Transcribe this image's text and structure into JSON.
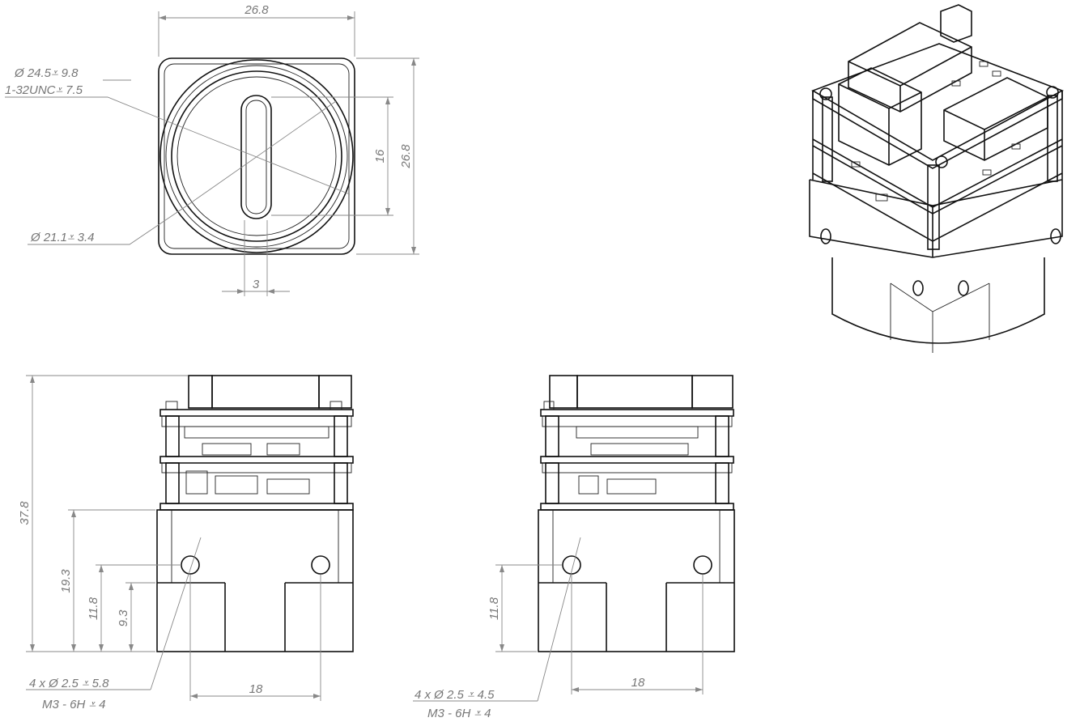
{
  "front_view": {
    "width": "26.8",
    "height": "26.8",
    "slot_length": "16",
    "slot_width": "3",
    "callout_bore": "Ø 24.5⩡ 9.8",
    "callout_thread": "1-32UNC⩡ 7.5",
    "callout_counterbore": "Ø 21.1⩡ 3.4"
  },
  "side_view_left": {
    "total_height": "37.8",
    "base_height": "19.3",
    "hole_height": "11.8",
    "notch_height": "9.3",
    "hole_spacing": "18",
    "callout_hole": "4 x Ø  2.5 ⩡  5.8",
    "callout_thread": "M3 - 6H ⩡  4"
  },
  "side_view_right": {
    "hole_height": "11.8",
    "hole_spacing": "18",
    "callout_hole": "4 x Ø  2.5 ⩡  4.5",
    "callout_thread": "M3 - 6H ⩡  4"
  },
  "colors": {
    "line": "#111111",
    "dimension": "#888888",
    "text": "#777777",
    "background": "#ffffff"
  }
}
